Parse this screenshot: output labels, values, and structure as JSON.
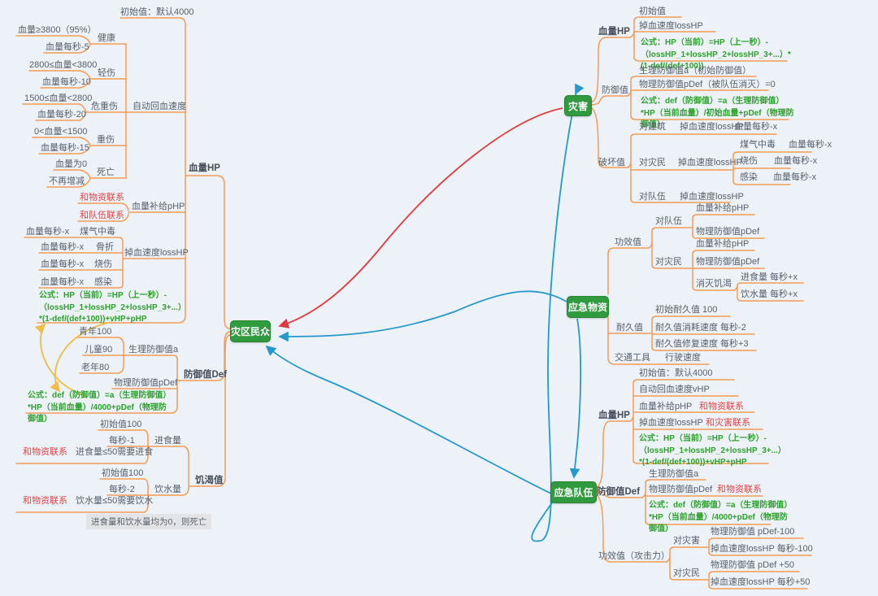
{
  "root": {
    "label": "灾区民众"
  },
  "nodes": {
    "disaster": "灾害",
    "supplies": "应急物资",
    "team": "应急队伍"
  },
  "colors": {
    "background": "#edf2f8",
    "node_green": "#2f9a3e",
    "branch_orange": "#f59b57",
    "link_red": "#e64545",
    "formula_green": "#2ba32b",
    "arrow_red": "#e23b3f",
    "arrow_teal": "#2499cd",
    "arrow_yellow": "#f0bc47"
  },
  "left": {
    "init": "初始值：默认4000",
    "hp_label": "血量HP",
    "auto_regen": "自动回血速度",
    "statuses": [
      {
        "cond": "血量≥3800（95%）",
        "name": "健康",
        "effect": "血量每秒-5"
      },
      {
        "cond": "2800≤血量<3800",
        "name": "轻伤",
        "effect": "血量每秒-10"
      },
      {
        "cond": "1500≤血量<2800",
        "name": "危重伤",
        "effect": "血量每秒-20"
      },
      {
        "cond": "0<血量<1500",
        "name": "重伤",
        "effect": "血量每秒-15"
      },
      {
        "cond": "血量为0",
        "name": "死亡",
        "effect": "不再增减"
      }
    ],
    "supply_link": "和物资联系",
    "team_link": "和队伍联系",
    "php": "血量补给pHP",
    "loss": "掉血速度lossHP",
    "loss_items": [
      {
        "effect": "血量每秒-x",
        "name": "煤气中毒"
      },
      {
        "effect": "血量每秒-x",
        "name": "骨折"
      },
      {
        "effect": "血量每秒-x",
        "name": "烧伤"
      },
      {
        "effect": "血量每秒-x",
        "name": "感染"
      }
    ],
    "hp_formula": "公式：HP（当前）=HP（上一秒）-（lossHP_1+lossHP_2+lossHP_3+...）*(1-def/(def+100))+vHP+pHP",
    "physio": "生理防御值a",
    "ages": [
      "青年100",
      "儿童90",
      "老年80"
    ],
    "pdef": "物理防御值pDef",
    "def_label": "防御值Def",
    "def_formula": "公式：def（防御值）=a（生理防御值）*HP（当前血量）/4000+pDef（物理防御值）",
    "hunger_label": "饥渴值",
    "eat": {
      "init": "初始值100",
      "rate": "每秒-1",
      "label": "进食量",
      "link": "和物资联系",
      "cond": "进食量≤50需要进食"
    },
    "drink": {
      "init": "初始值100",
      "rate": "每秒-2",
      "label": "饮水量",
      "link": "和物资联系",
      "cond": "饮水量≤50需要饮水"
    },
    "death_note": "进食量和饮水量均为0，则死亡"
  },
  "disaster": {
    "hp": {
      "label": "血量HP",
      "init": "初始值",
      "loss": "掉血速度lossHP",
      "formula": "公式：HP（当前）=HP（上一秒）-（lossHP_1+lossHP_2+lossHP_3+...）*(1-def/(def+100))"
    },
    "def": {
      "label": "防御值",
      "physio": "生理防御值a（初始防御值）",
      "pdef": "物理防御值pDef（被队伍消灭）=0",
      "formula": "公式：def（防御值）=a（生理防御值）*HP（当前血量）/初始血量+pDef（物理防御值）"
    },
    "damage": {
      "label": "破坏值",
      "building": {
        "label": "对建筑",
        "loss": "掉血速度lossHP",
        "rate": "血量每秒-x"
      },
      "victims": {
        "label": "对灾民",
        "loss": "掉血速度lossHP",
        "items": [
          {
            "name": "煤气中毒",
            "rate": "血量每秒-x"
          },
          {
            "name": "烧伤",
            "rate": "血量每秒-x"
          },
          {
            "name": "感染",
            "rate": "血量每秒-x"
          }
        ]
      },
      "team": {
        "label": "对队伍",
        "loss": "掉血速度lossHP"
      }
    }
  },
  "supplies": {
    "effect": {
      "label": "功效值",
      "team": {
        "label": "对队伍",
        "php": "血量补给pHP",
        "pdef": "物理防御值pDef"
      },
      "victims": {
        "label": "对灾民",
        "php": "血量补给pHP",
        "pdef": "物理防御值pDef",
        "hunger": {
          "label": "消灭饥渴",
          "eat": "进食量 每秒+x",
          "drink": "饮水量 每秒+x"
        }
      }
    },
    "durability": {
      "label": "耐久值",
      "init": "初始耐久值 100",
      "consume": "耐久值消耗速度 每秒-2",
      "repair": "耐久值修复速度 每秒+3"
    },
    "transport": {
      "label": "交通工具",
      "speed": "行驶速度"
    }
  },
  "team": {
    "hp": {
      "label": "血量HP",
      "init": "初始值：默认4000",
      "vhp": "自动回血速度vHP",
      "php": "血量补给pHP",
      "php_link": "和物资联系",
      "loss": "掉血速度lossHP",
      "loss_link": "和灾害联系",
      "formula": "公式：HP（当前）=HP（上一秒）-（lossHP_1+lossHP_2+lossHP_3+...）*(1-def/(def+100))+vHP+pHP"
    },
    "def": {
      "label": "防御值Def",
      "physio": "生理防御值a",
      "pdef": "物理防御值pDef",
      "pdef_link": "和物资联系",
      "formula": "公式：def（防御值）=a（生理防御值）*HP（当前血量）/4000+pDef（物理防御值）"
    },
    "attack": {
      "label": "功效值（攻击力）",
      "disaster": {
        "label": "对灾害",
        "pdef": "物理防御值 pDef-100",
        "loss": "掉血速度lossHP 每秒-100"
      },
      "victims": {
        "label": "对灾民",
        "pdef": "物理防御值 pDef +50",
        "loss": "掉血速度lossHP  每秒+50"
      }
    }
  }
}
